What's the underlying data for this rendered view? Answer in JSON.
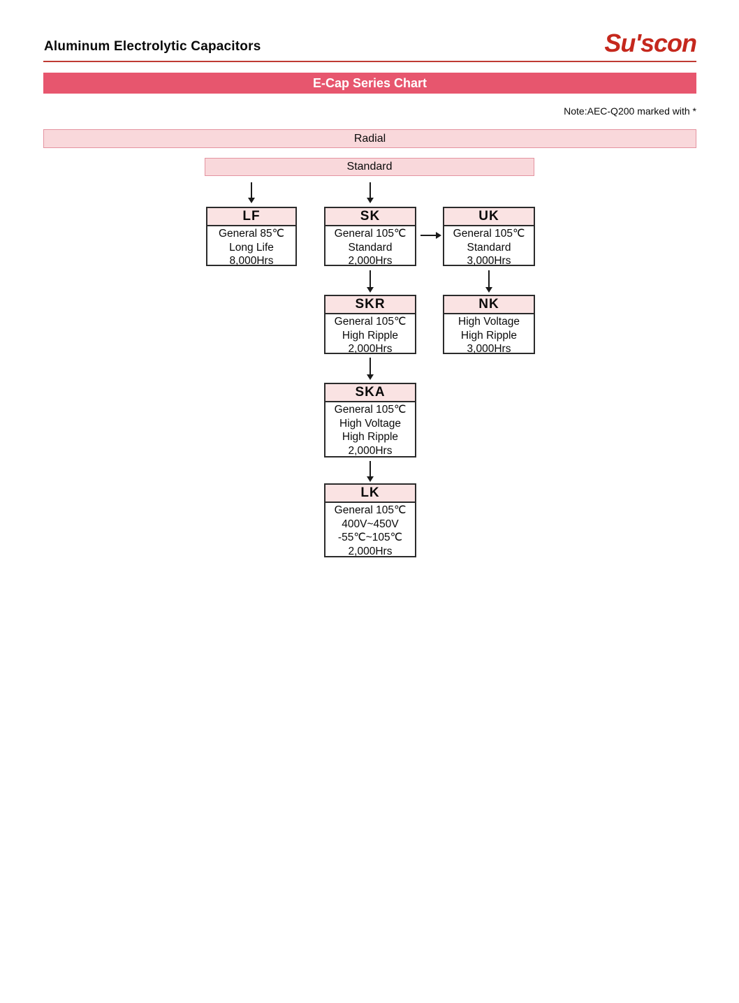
{
  "header": {
    "title": "Aluminum Electrolytic Capacitors",
    "logo": "Su'scon"
  },
  "banner": {
    "title": "E-Cap Series Chart"
  },
  "note": "Note:AEC-Q200 marked with *",
  "diagram": {
    "type": "flowchart",
    "root": "Radial",
    "branch": "Standard",
    "nodes": [
      {
        "id": "LF",
        "lines": [
          "General 85℃",
          "Long Life",
          "8,000Hrs"
        ]
      },
      {
        "id": "SK",
        "lines": [
          "General 105℃",
          "Standard",
          "2,000Hrs"
        ]
      },
      {
        "id": "UK",
        "lines": [
          "General 105℃",
          "Standard",
          "3,000Hrs"
        ]
      },
      {
        "id": "SKR",
        "lines": [
          "General 105℃",
          "High Ripple",
          "2,000Hrs"
        ]
      },
      {
        "id": "NK",
        "lines": [
          "High Voltage",
          "High Ripple",
          "3,000Hrs"
        ]
      },
      {
        "id": "SKA",
        "lines": [
          "General 105℃",
          "High Voltage",
          "High Ripple",
          "2,000Hrs"
        ]
      },
      {
        "id": "LK",
        "lines": [
          "General 105℃",
          "400V~450V",
          "-55℃~105℃",
          "2,000Hrs"
        ]
      }
    ],
    "edges": [
      "Standard→LF",
      "Standard→SK",
      "SK→UK",
      "SK→SKR",
      "UK→NK",
      "SKR→SKA",
      "SKA→LK"
    ]
  },
  "colors": {
    "banner_red": "#e7566e",
    "pink_fill": "#f9d8db",
    "pink_border": "#e493a0",
    "box_header_fill": "#fae3e3",
    "logo_red": "#c5281d",
    "rule_red": "#bf3a33"
  }
}
